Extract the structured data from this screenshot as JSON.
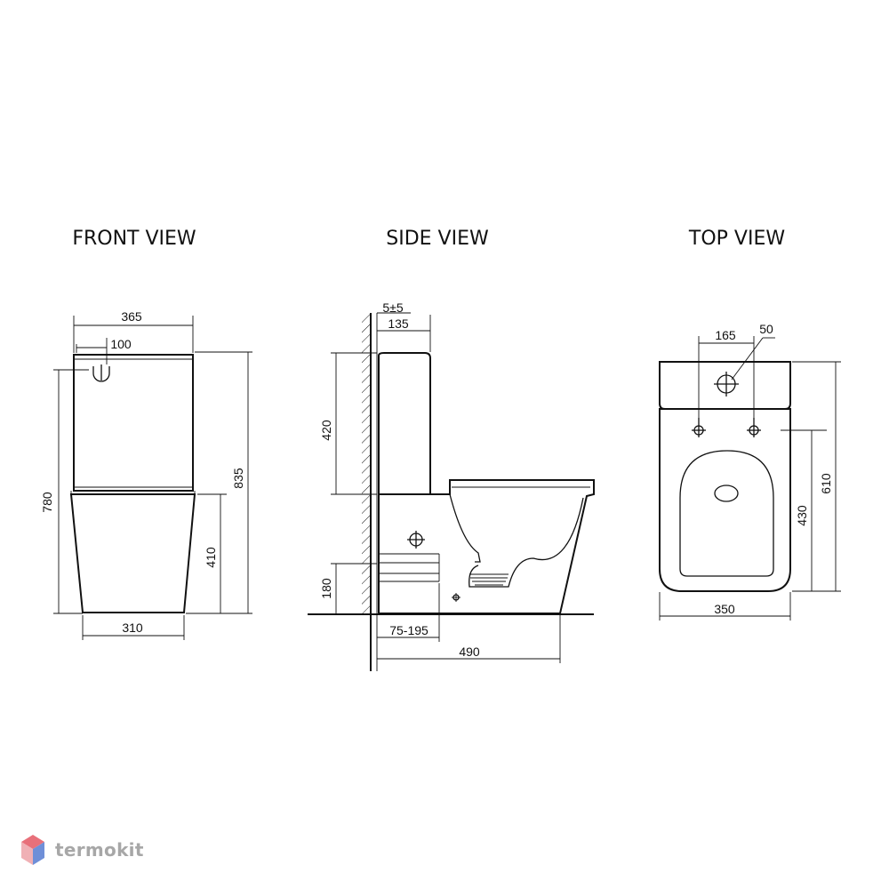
{
  "titles": {
    "front": "FRONT VIEW",
    "side": "SIDE VIEW",
    "top": "TOP VIEW"
  },
  "front_dims": {
    "width_top": "365",
    "button": "100",
    "height_total": "835",
    "height_seat": "780",
    "bowl_height": "410",
    "base_width": "310"
  },
  "side_dims": {
    "wall_gap": "5±5",
    "offset": "135",
    "tank_height": "420",
    "outlet_height": "180",
    "outlet_range": "75-195",
    "depth": "490"
  },
  "top_dims": {
    "hole_spacing": "165",
    "hole_diameter": "50",
    "bowl_depth": "430",
    "total_depth": "610",
    "width": "350"
  },
  "brand": {
    "name": "termokit",
    "colors": [
      "#e8707a",
      "#6f8fd8",
      "#c0c0c0"
    ]
  }
}
